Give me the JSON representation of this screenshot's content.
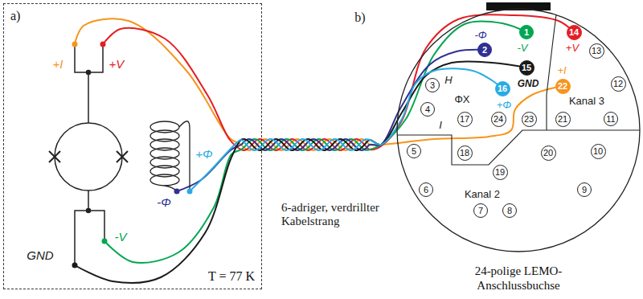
{
  "diagram": {
    "nodes": [
      {
        "text": [
          "a)",
          "T = 77 K"
        ]
      },
      {
        "text": [
          "24-polige LEMO- Anschlussbuchse"
        ]
      },
      {
        "text": [
          "1"
        ],
        "in": 1
      },
      {
        "text": [
          "2"
        ],
        "in": 1
      },
      {
        "text": [
          "3"
        ],
        "in": 1
      },
      {
        "text": [
          "4"
        ],
        "in": 1
      },
      {
        "text": [
          "5"
        ],
        "in": 1
      },
      {
        "text": [
          "6"
        ],
        "in": 1
      },
      {
        "text": [
          "7"
        ],
        "in": 1
      },
      {
        "text": [
          "8"
        ],
        "in": 1
      },
      {
        "text": [
          "9"
        ],
        "in": 1
      },
      {
        "text": [
          "10"
        ],
        "in": 1
      },
      {
        "text": [
          "11"
        ],
        "in": 1
      },
      {
        "text": [
          "12"
        ],
        "in": 1
      },
      {
        "text": [
          "13"
        ],
        "in": 1
      },
      {
        "text": [
          "14"
        ],
        "in": 1
      },
      {
        "text": [
          "15"
        ],
        "in": 1
      },
      {
        "text": [
          "16"
        ],
        "in": 1
      },
      {
        "text": [
          "17"
        ],
        "in": 1
      },
      {
        "text": [
          "18"
        ],
        "in": 1
      },
      {
        "text": [
          "19"
        ],
        "in": 1
      },
      {
        "text": [
          "20"
        ],
        "in": 1
      },
      {
        "text": [
          "21"
        ],
        "in": 1
      },
      {
        "text": [
          "22"
        ],
        "in": 1
      },
      {
        "text": [
          "23"
        ],
        "in": 1
      },
      {
        "text": [
          "24"
        ],
        "in": 1
      }
    ],
    "labels": [
      "+I",
      "+V",
      "GND",
      "-V",
      "-Φ",
      "+Φ",
      "6-adriger, verdrillter Kabelstrang",
      "b)",
      "-Φ",
      "-V",
      "+V",
      "GND",
      "+Φ",
      "+I",
      "H",
      "ΦX",
      "I",
      "Kanal 3",
      "Kanal 2"
    ]
  }
}
